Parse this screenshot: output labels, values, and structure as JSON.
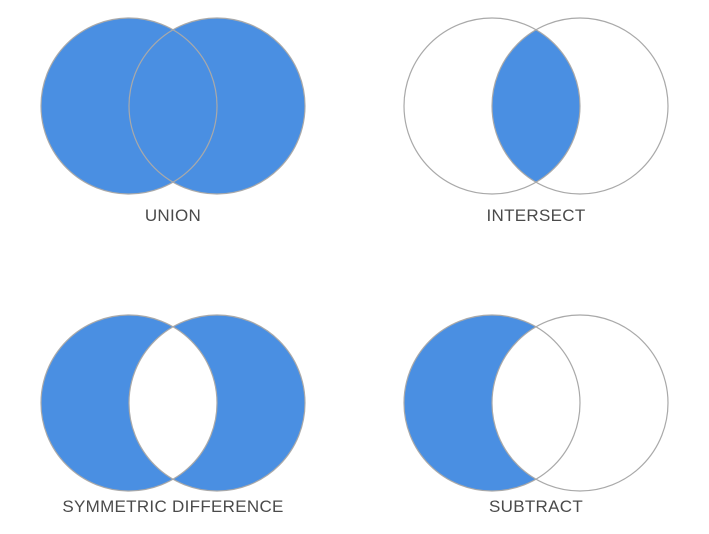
{
  "colors": {
    "fill": "#4a8fe2",
    "stroke": "#a9a9a9",
    "background": "#ffffff"
  },
  "operations": [
    {
      "id": "union",
      "label": "UNION"
    },
    {
      "id": "intersect",
      "label": "INTERSECT"
    },
    {
      "id": "symmetric-difference",
      "label": "SYMMETRIC DIFFERENCE"
    },
    {
      "id": "subtract",
      "label": "SUBTRACT"
    }
  ]
}
